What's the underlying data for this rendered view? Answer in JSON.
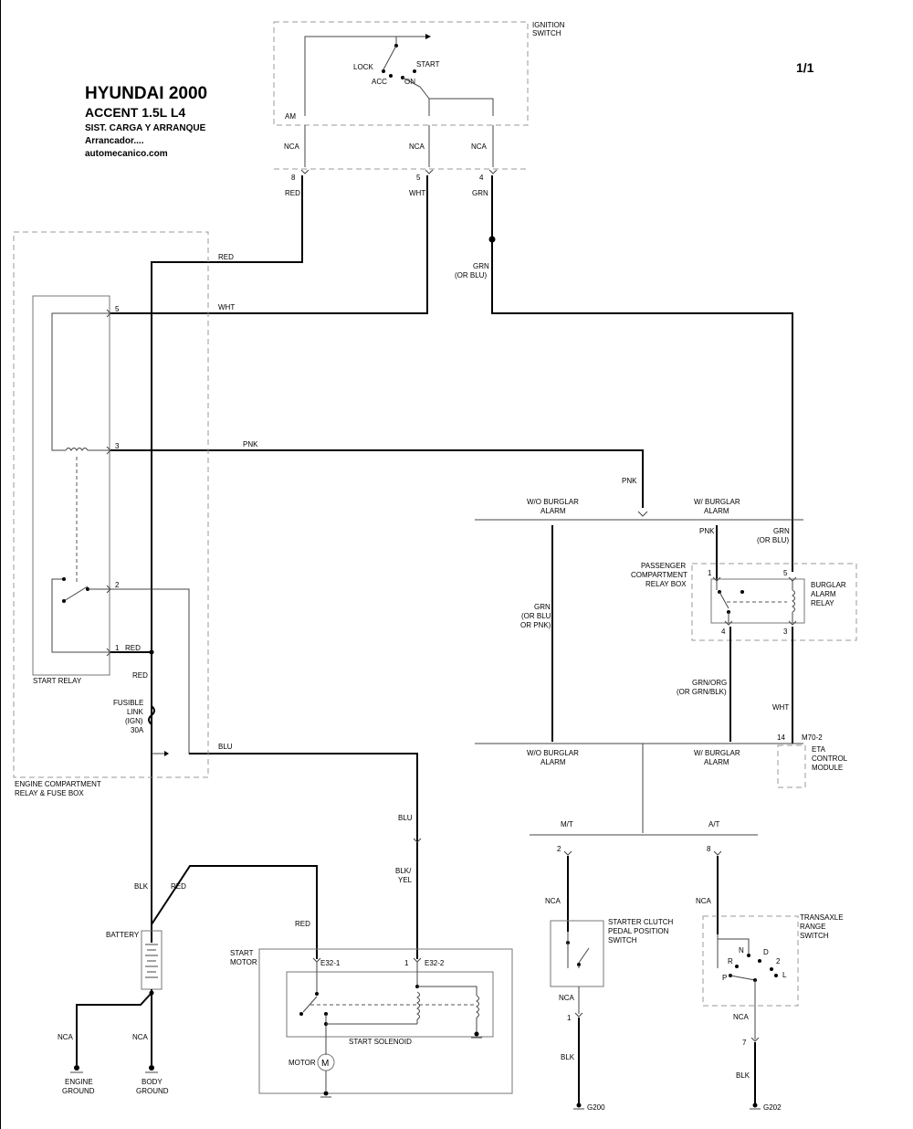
{
  "title": {
    "make": "HYUNDAI 2000",
    "model": "ACCENT  1.5L  L4",
    "system": "SIST. CARGA Y ARRANQUE",
    "subsystem": "Arrancador....",
    "site": "automecanico.com"
  },
  "page_number": "1/1",
  "components": {
    "ignition_switch": [
      "IGNITION",
      "SWITCH"
    ],
    "switch_positions": {
      "lock": "LOCK",
      "acc": "ACC",
      "on": "ON",
      "start": "START",
      "am": "AM"
    },
    "engine_box": [
      "ENGINE COMPARTMENT",
      "RELAY & FUSE BOX"
    ],
    "start_relay": "START RELAY",
    "fusible_link": [
      "FUSIBLE",
      "LINK",
      "(IGN)",
      "30A"
    ],
    "battery": "BATTERY",
    "engine_ground": [
      "ENGINE",
      "GROUND"
    ],
    "body_ground": [
      "BODY",
      "GROUND"
    ],
    "start_motor": [
      "START",
      "MOTOR"
    ],
    "start_solenoid": "START SOLENOID",
    "motor": "MOTOR",
    "motor_symbol": "M",
    "passenger_box": [
      "PASSENGER",
      "COMPARTMENT",
      "RELAY BOX"
    ],
    "burglar_relay": [
      "BURGLAR",
      "ALARM",
      "RELAY"
    ],
    "eta_module": [
      "ETA",
      "CONTROL",
      "MODULE"
    ],
    "eta_connector": "M70-2",
    "clutch_switch": [
      "STARTER CLUTCH",
      "PEDAL POSITION",
      "SWITCH"
    ],
    "transaxle_switch": [
      "TRANSAXLE",
      "RANGE",
      "SWITCH"
    ],
    "gear_letters": {
      "n": "N",
      "d": "D",
      "r": "R",
      "two": "2",
      "p": "P",
      "l": "L"
    },
    "ground_g200": "G200",
    "ground_g202": "G202"
  },
  "branches": {
    "wo_burglar": [
      "W/O BURGLAR",
      "ALARM"
    ],
    "w_burglar": [
      "W/ BURGLAR",
      "ALARM"
    ],
    "mt": "M/T",
    "at": "A/T"
  },
  "wires": {
    "nca": "NCA",
    "red": "RED",
    "wht": "WHT",
    "grn": "GRN",
    "grn_or_blu": "(OR BLU)",
    "pnk": "PNK",
    "blu": "BLU",
    "blk": "BLK",
    "blk_yel": [
      "BLK/",
      "YEL"
    ],
    "grn_multi": [
      "GRN",
      "(OR BLU",
      "OR PNK)"
    ],
    "grn_org": [
      "GRN/ORG",
      "(OR GRN/BLK)"
    ]
  },
  "pins": {
    "ign_8": "8",
    "ign_5": "5",
    "ign_4": "4",
    "relay_5": "5",
    "relay_3": "3",
    "relay_2": "2",
    "relay_1": "1",
    "e32_1": "E32-1",
    "e32_2": "E32-2",
    "e32_2_pin": "1",
    "ba_1": "1",
    "ba_5": "5",
    "ba_4": "4",
    "ba_3": "3",
    "eta_14": "14",
    "mt_2": "2",
    "at_8": "8",
    "clutch_1": "1",
    "tr_7": "7"
  }
}
